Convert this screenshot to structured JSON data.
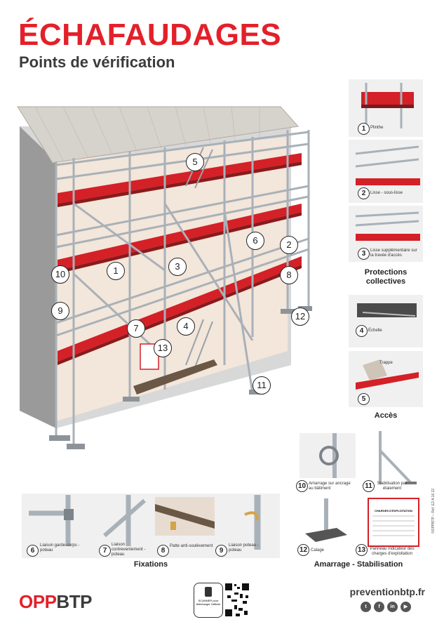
{
  "header": {
    "title": "ÉCHAFAUDAGES",
    "subtitle": "Points de vérification"
  },
  "markers": [
    "1",
    "2",
    "3",
    "4",
    "5",
    "6",
    "7",
    "8",
    "9",
    "10",
    "11",
    "12",
    "13"
  ],
  "protections": {
    "heading": "Protections collectives",
    "items": [
      {
        "num": "1",
        "label": "Plinthe"
      },
      {
        "num": "2",
        "label": "Lisse - sous-lisse"
      },
      {
        "num": "3",
        "label": "Lisse supplémentaire sur la travée d'accès"
      }
    ]
  },
  "acces": {
    "heading": "Accès",
    "items": [
      {
        "num": "4",
        "label": "Échelle"
      },
      {
        "num": "5",
        "label": "Trappe"
      }
    ]
  },
  "amarrage": {
    "heading": "Amarrage - Stabilisation",
    "items": [
      {
        "num": "10",
        "label": "Amarrage sur ancrage au bâtiment"
      },
      {
        "num": "11",
        "label": "Stabilisation par étaiement"
      },
      {
        "num": "12",
        "label": "Calage"
      },
      {
        "num": "13",
        "label": "Panneau indicateur des charges d'exploitation"
      }
    ],
    "sign_title": "CHARGES D'EXPLOITATION"
  },
  "fixations": {
    "heading": "Fixations",
    "items": [
      {
        "num": "6",
        "label": "Liaison garde-corps - poteau"
      },
      {
        "num": "7",
        "label": "Liaison contreventement - poteau"
      },
      {
        "num": "8",
        "label": "Patte anti-soulèvement"
      },
      {
        "num": "9",
        "label": "Liaison poteau - poteau"
      }
    ]
  },
  "footer": {
    "logo_a": "OPP",
    "logo_b": "BTP",
    "qr_label": "SCANNER pour télécharger l'affiche",
    "website": "preventionbtp.fr",
    "social": [
      "t",
      "f",
      "in",
      "▶"
    ],
    "ref": "©OPPBTP – Réf. E2 A 16 22"
  },
  "colors": {
    "red": "#e3202a",
    "dark": "#3c3c3c",
    "panel": "#f0f0f0"
  }
}
